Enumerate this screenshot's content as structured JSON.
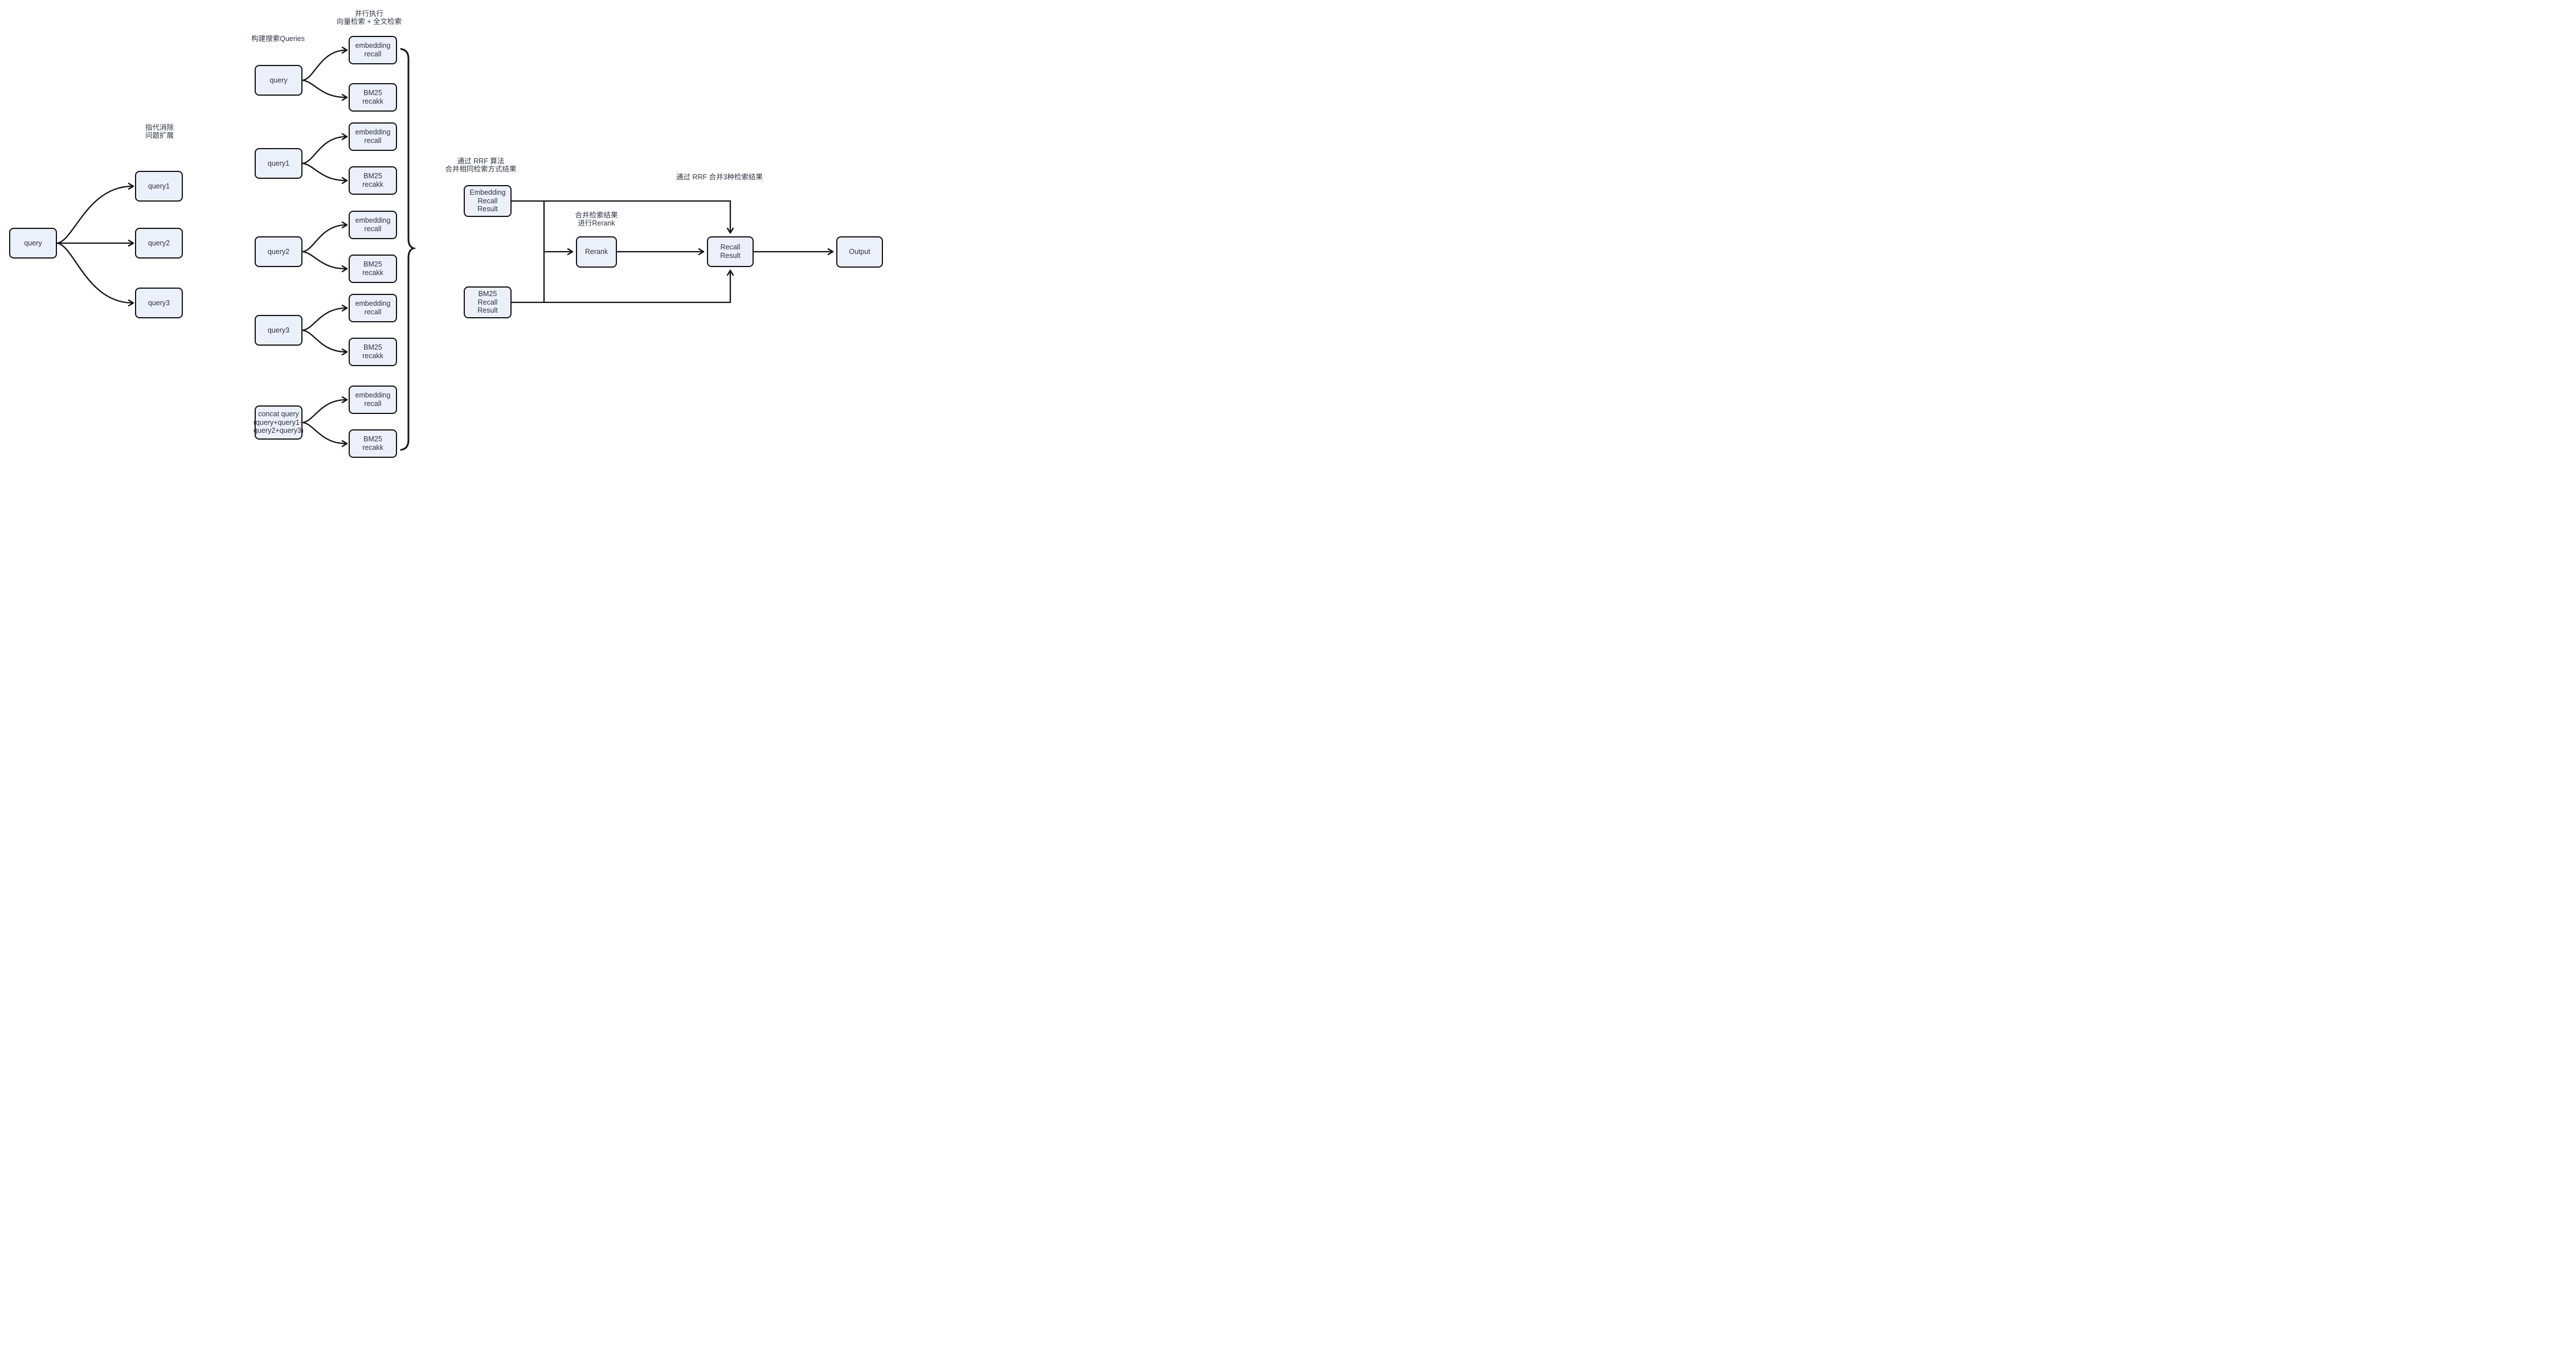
{
  "diagram": {
    "colors": {
      "background": "#ffffff",
      "node_fill": "#EBF0FA",
      "node_border": "#121212",
      "text": "#2e3440",
      "edge": "#141414"
    },
    "annotations": {
      "coref_expansion": "指代消除\n问题扩展",
      "build_queries": "构建搜索Queries",
      "parallel_exec": "并行执行\n向量检索 + 全文检索",
      "rrf_merge_same": "通过 RRF 算法\n合并相同检索方式结果",
      "merge_rerank": "合并检索结果\n进行Rerank",
      "rrf_merge_three": "通过 RRF 合并3种检索结果"
    },
    "nodes": {
      "src_query": "query",
      "query1": "query1",
      "query2": "query2",
      "query3": "query3",
      "mid_query": "query",
      "mid_query1": "query1",
      "mid_query2": "query2",
      "mid_query3": "query3",
      "concat_query": "concat query\n(query+query1+\nquery2+query3)",
      "embedding_recall": "embedding\nrecall",
      "bm25_recall": "BM25\nrecakk",
      "embedding_result": "Embedding\nRecall\nResult",
      "bm25_result": "BM25\nRecall\nResult",
      "rerank": "Rerank",
      "recall_result": "Recall\nResult",
      "output": "Output"
    }
  }
}
